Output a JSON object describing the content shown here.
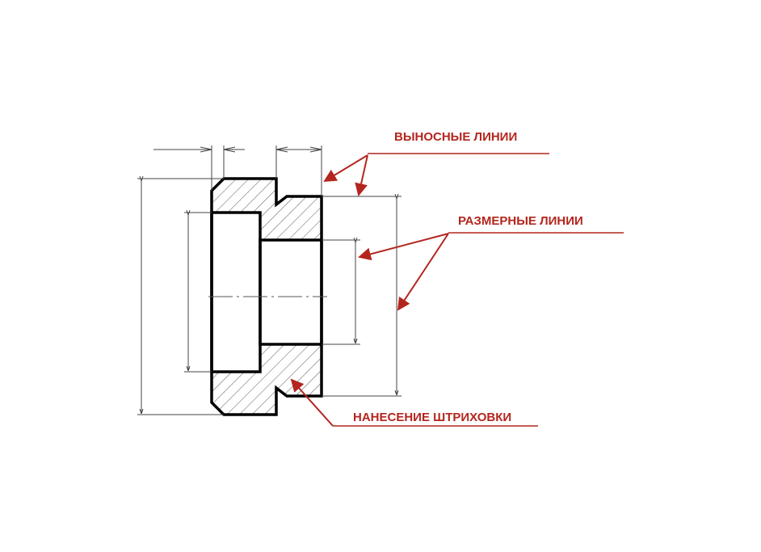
{
  "labels": {
    "extension_lines": "ВЫНОСНЫЕ ЛИНИИ",
    "dimension_lines": "РАЗМЕРНЫЕ ЛИНИИ",
    "hatching": "НАНЕСЕНИЕ ШТРИХОВКИ"
  },
  "colors": {
    "annotation": "#b3261e",
    "outline": "#000000",
    "thin": "#444444"
  }
}
